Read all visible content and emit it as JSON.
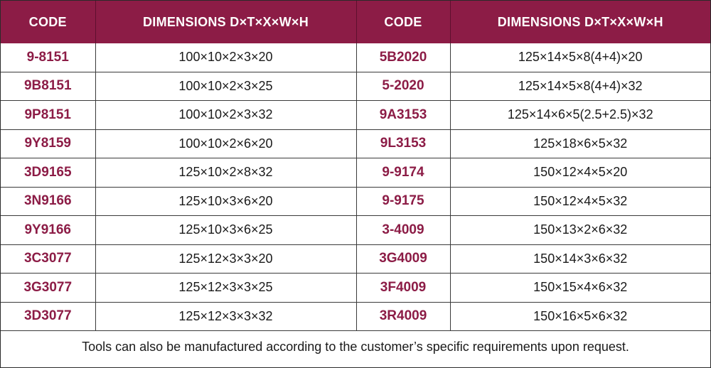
{
  "colors": {
    "header_background": "#8c1c46",
    "header_text": "#ffffff",
    "code_text": "#8c1c46",
    "dimension_text": "#1a1a1a"
  },
  "table": {
    "headers": [
      "CODE",
      "DIMENSIONS D×T×X×W×H",
      "CODE",
      "DIMENSIONS D×T×X×W×H"
    ],
    "rows": [
      [
        "9-8151",
        "100×10×2×3×20",
        "5B2020",
        "125×14×5×8(4+4)×20"
      ],
      [
        "9B8151",
        "100×10×2×3×25",
        "5-2020",
        "125×14×5×8(4+4)×32"
      ],
      [
        "9P8151",
        "100×10×2×3×32",
        "9A3153",
        "125×14×6×5(2.5+2.5)×32"
      ],
      [
        "9Y8159",
        "100×10×2×6×20",
        "9L3153",
        "125×18×6×5×32"
      ],
      [
        "3D9165",
        "125×10×2×8×32",
        "9-9174",
        "150×12×4×5×20"
      ],
      [
        "3N9166",
        "125×10×3×6×20",
        "9-9175",
        "150×12×4×5×32"
      ],
      [
        "9Y9166",
        "125×10×3×6×25",
        "3-4009",
        "150×13×2×6×32"
      ],
      [
        "3C3077",
        "125×12×3×3×20",
        "3G4009",
        "150×14×3×6×32"
      ],
      [
        "3G3077",
        "125×12×3×3×25",
        "3F4009",
        "150×15×4×6×32"
      ],
      [
        "3D3077",
        "125×12×3×3×32",
        "3R4009",
        "150×16×5×6×32"
      ]
    ]
  },
  "footnote": "Tools can also be manufactured according to the customer’s specific requirements upon request."
}
